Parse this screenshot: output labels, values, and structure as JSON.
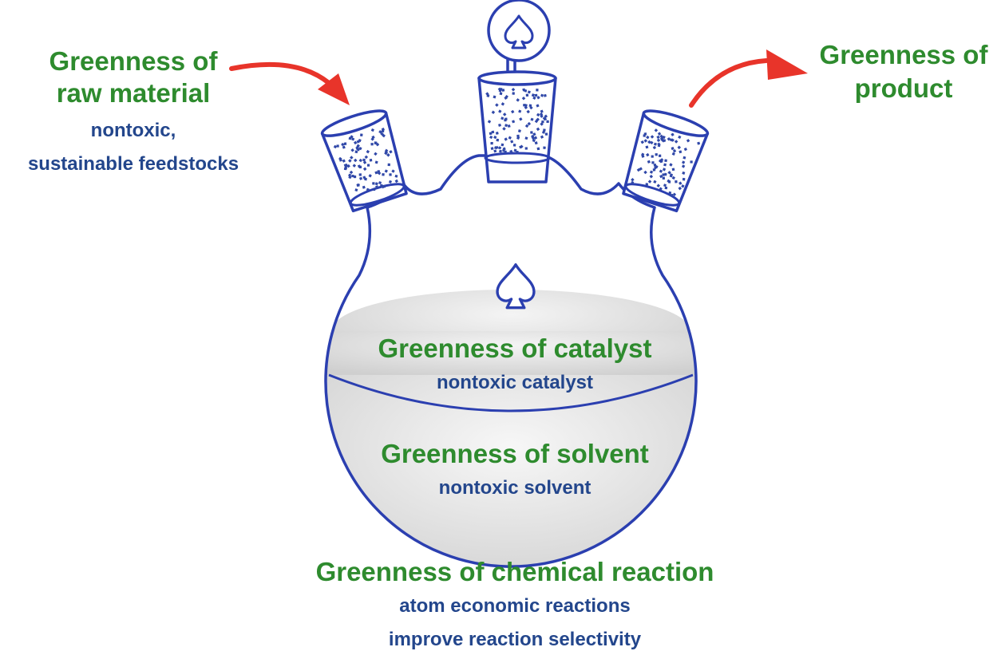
{
  "colors": {
    "outline": "#2b3fb0",
    "green_text": "#2e8b2e",
    "blue_text": "#23468c",
    "arrow": "#e8342a",
    "liquid": "#d7d7d7",
    "dots": "#3048a8"
  },
  "raw_material": {
    "title_line1": "Greenness of",
    "title_line2": "raw material",
    "desc_line1": "nontoxic,",
    "desc_line2": "sustainable feedstocks"
  },
  "product": {
    "title_line1": "Greenness of",
    "title_line2": "product"
  },
  "catalyst": {
    "title": "Greenness of catalyst",
    "desc": "nontoxic catalyst"
  },
  "solvent": {
    "title": "Greenness of solvent",
    "desc": "nontoxic solvent"
  },
  "reaction": {
    "title": "Greenness of chemical reaction",
    "desc_line1": "atom economic reactions",
    "desc_line2": "improve reaction selectivity"
  },
  "icons": [
    "spade-icon",
    "stopper-icon",
    "arrow-icon",
    "flask-icon"
  ]
}
